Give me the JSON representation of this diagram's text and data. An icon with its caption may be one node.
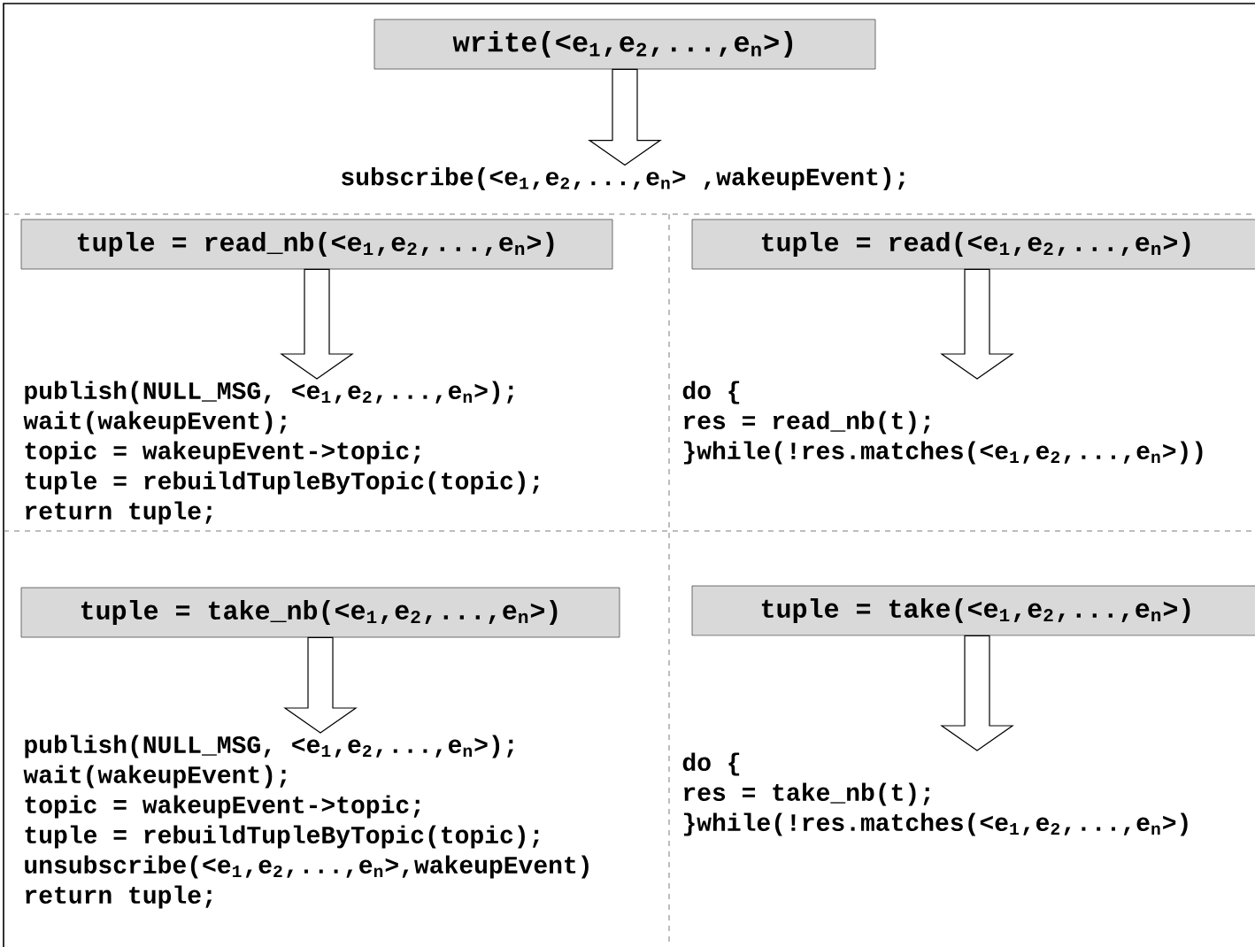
{
  "diagram": {
    "nodes": [
      {
        "text": [
          "write(<e$_{1}$,e$_{2}$,...,e$_{n}$>)"
        ]
      },
      {
        "text": [
          "subscribe(<e$_{1}$,e$_{2}$,...,e$_{n}$> ,wakeupEvent);"
        ]
      },
      {
        "text": [
          "tuple = read_nb(<e$_{1}$,e$_{2}$,...,e$_{n}$>)"
        ]
      },
      {
        "text": [
          "publish(NULL_MSG, <e$_{1}$,e$_{2}$,...,e$_{n}$>);",
          "wait(wakeupEvent);",
          "topic = wakeupEvent->topic;",
          "tuple = rebuildTupleByTopic(topic);",
          "return tuple;"
        ]
      },
      {
        "text": [
          "tuple = read(<e$_{1}$,e$_{2}$,...,e$_{n}$>)"
        ]
      },
      {
        "text": [
          "do {",
          "res = read_nb(t);",
          "}while(!res.matches(<e$_{1}$,e$_{2}$,...,e$_{n}$>))"
        ]
      },
      {
        "text": [
          "tuple = take_nb(<e$_{1}$,e$_{2}$,...,e$_{n}$>)"
        ]
      },
      {
        "text": [
          "publish(NULL_MSG, <e$_{1}$,e$_{2}$,...,e$_{n}$>);",
          "wait(wakeupEvent);",
          "topic = wakeupEvent->topic;",
          "tuple = rebuildTupleByTopic(topic);",
          "unsubscribe(<e$_{1}$,e$_{2}$,...,e$_{n}$>,wakeupEvent)",
          "return tuple;"
        ]
      },
      {
        "text": [
          "tuple = take(<e$_{1}$,e$_{2}$,...,e$_{n}$>)"
        ]
      },
      {
        "text": [
          "do {",
          "res = take_nb(t);",
          "}while(!res.matches(<e$_{1}$,e$_{2}$,...,e$_{n}$>)"
        ]
      }
    ],
    "edges": [
      {
        "from": 0,
        "to": 1,
        "arrow": "to"
      },
      {
        "from": 2,
        "to": 3,
        "arrow": "to"
      },
      {
        "from": 4,
        "to": 5,
        "arrow": "to"
      },
      {
        "from": 6,
        "to": 7,
        "arrow": "to"
      },
      {
        "from": 8,
        "to": 9,
        "arrow": "to"
      }
    ]
  }
}
